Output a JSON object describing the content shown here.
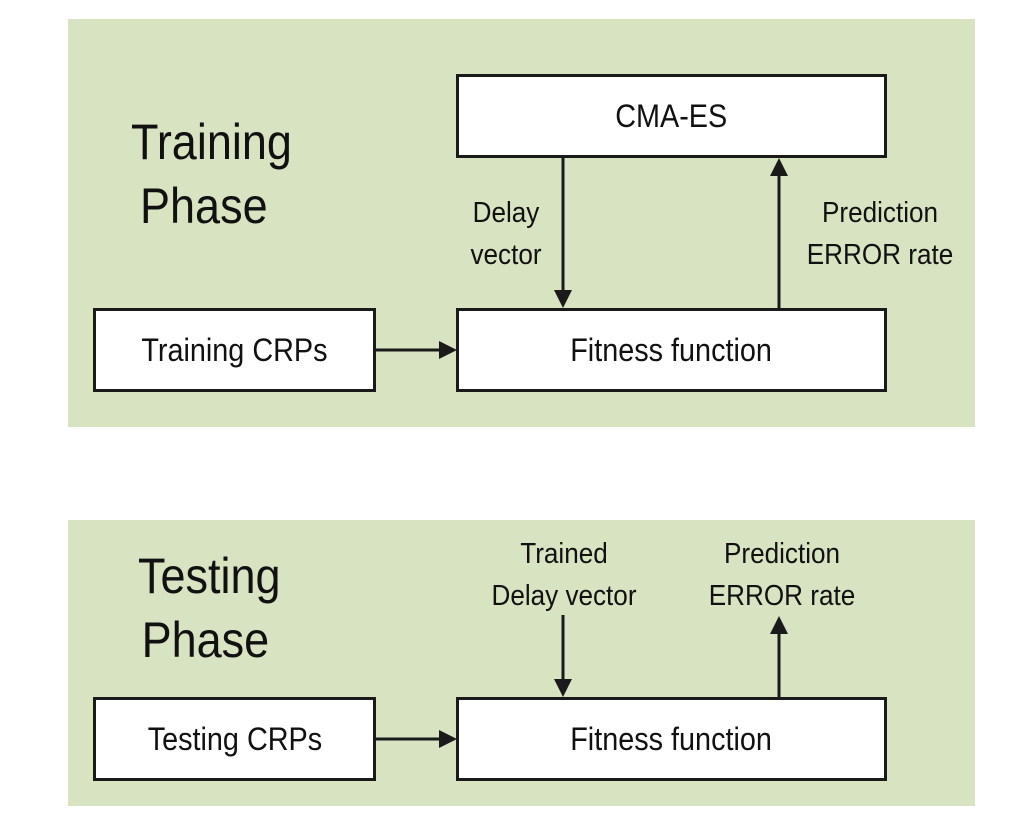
{
  "training": {
    "title_line1": "Training",
    "title_line2": "Phase",
    "cma_box": "CMA-ES",
    "crps_box": "Training CRPs",
    "fitness_box": "Fitness function",
    "delay_label_line1": "Delay",
    "delay_label_line2": "vector",
    "error_label_line1": "Prediction",
    "error_label_line2": "ERROR rate"
  },
  "testing": {
    "title_line1": "Testing",
    "title_line2": "Phase",
    "crps_box": "Testing CRPs",
    "fitness_box": "Fitness function",
    "delay_label_line1": "Trained",
    "delay_label_line2": "Delay vector",
    "error_label_line1": "Prediction",
    "error_label_line2": "ERROR rate"
  },
  "colors": {
    "panel_background": "#d8e4c1",
    "box_fill": "#ffffff",
    "stroke": "#1a1a1a"
  }
}
